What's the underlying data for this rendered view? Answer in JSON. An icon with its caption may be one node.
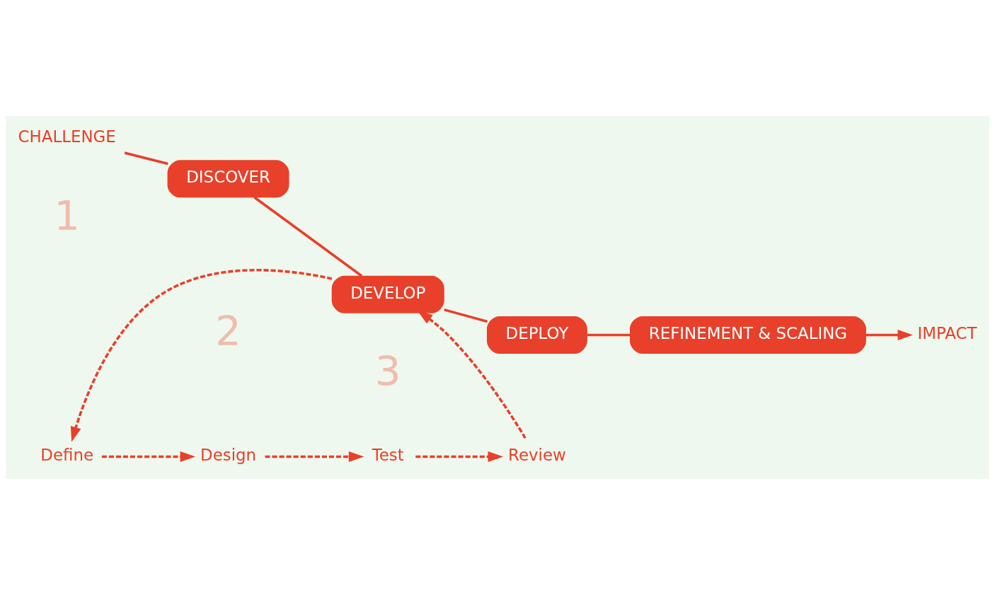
{
  "diagram": {
    "nodes": [
      {
        "text": [
          "CHALLENGE"
        ]
      },
      {
        "text": [
          "DISCOVER"
        ]
      },
      {
        "text": [
          "DEVELOP"
        ]
      },
      {
        "text": [
          "DEPLOY"
        ]
      },
      {
        "text": [
          "REFINEMENT & SCALING"
        ]
      },
      {
        "text": [
          "IMPACT"
        ]
      },
      {
        "text": [
          "Define"
        ]
      },
      {
        "text": [
          "Design"
        ]
      },
      {
        "text": [
          "Test"
        ]
      },
      {
        "text": [
          "Review"
        ]
      }
    ],
    "edges": [
      {
        "from": 0,
        "to": 1,
        "arrow": "none"
      },
      {
        "from": 1,
        "to": 2,
        "arrow": "none"
      },
      {
        "from": 2,
        "to": 3,
        "arrow": "none"
      },
      {
        "from": 3,
        "to": 4,
        "arrow": "none"
      },
      {
        "from": 4,
        "to": 5,
        "arrow": "to"
      },
      {
        "from": 2,
        "to": 6,
        "arrow": "to",
        "style": "dashed"
      },
      {
        "from": 6,
        "to": 7,
        "arrow": "to",
        "style": "dashed"
      },
      {
        "from": 7,
        "to": 8,
        "arrow": "to",
        "style": "dashed"
      },
      {
        "from": 8,
        "to": 9,
        "arrow": "to",
        "style": "dashed"
      },
      {
        "from": 9,
        "to": 2,
        "arrow": "to",
        "style": "dashed"
      }
    ],
    "labels": [
      "1",
      "2",
      "3"
    ]
  }
}
